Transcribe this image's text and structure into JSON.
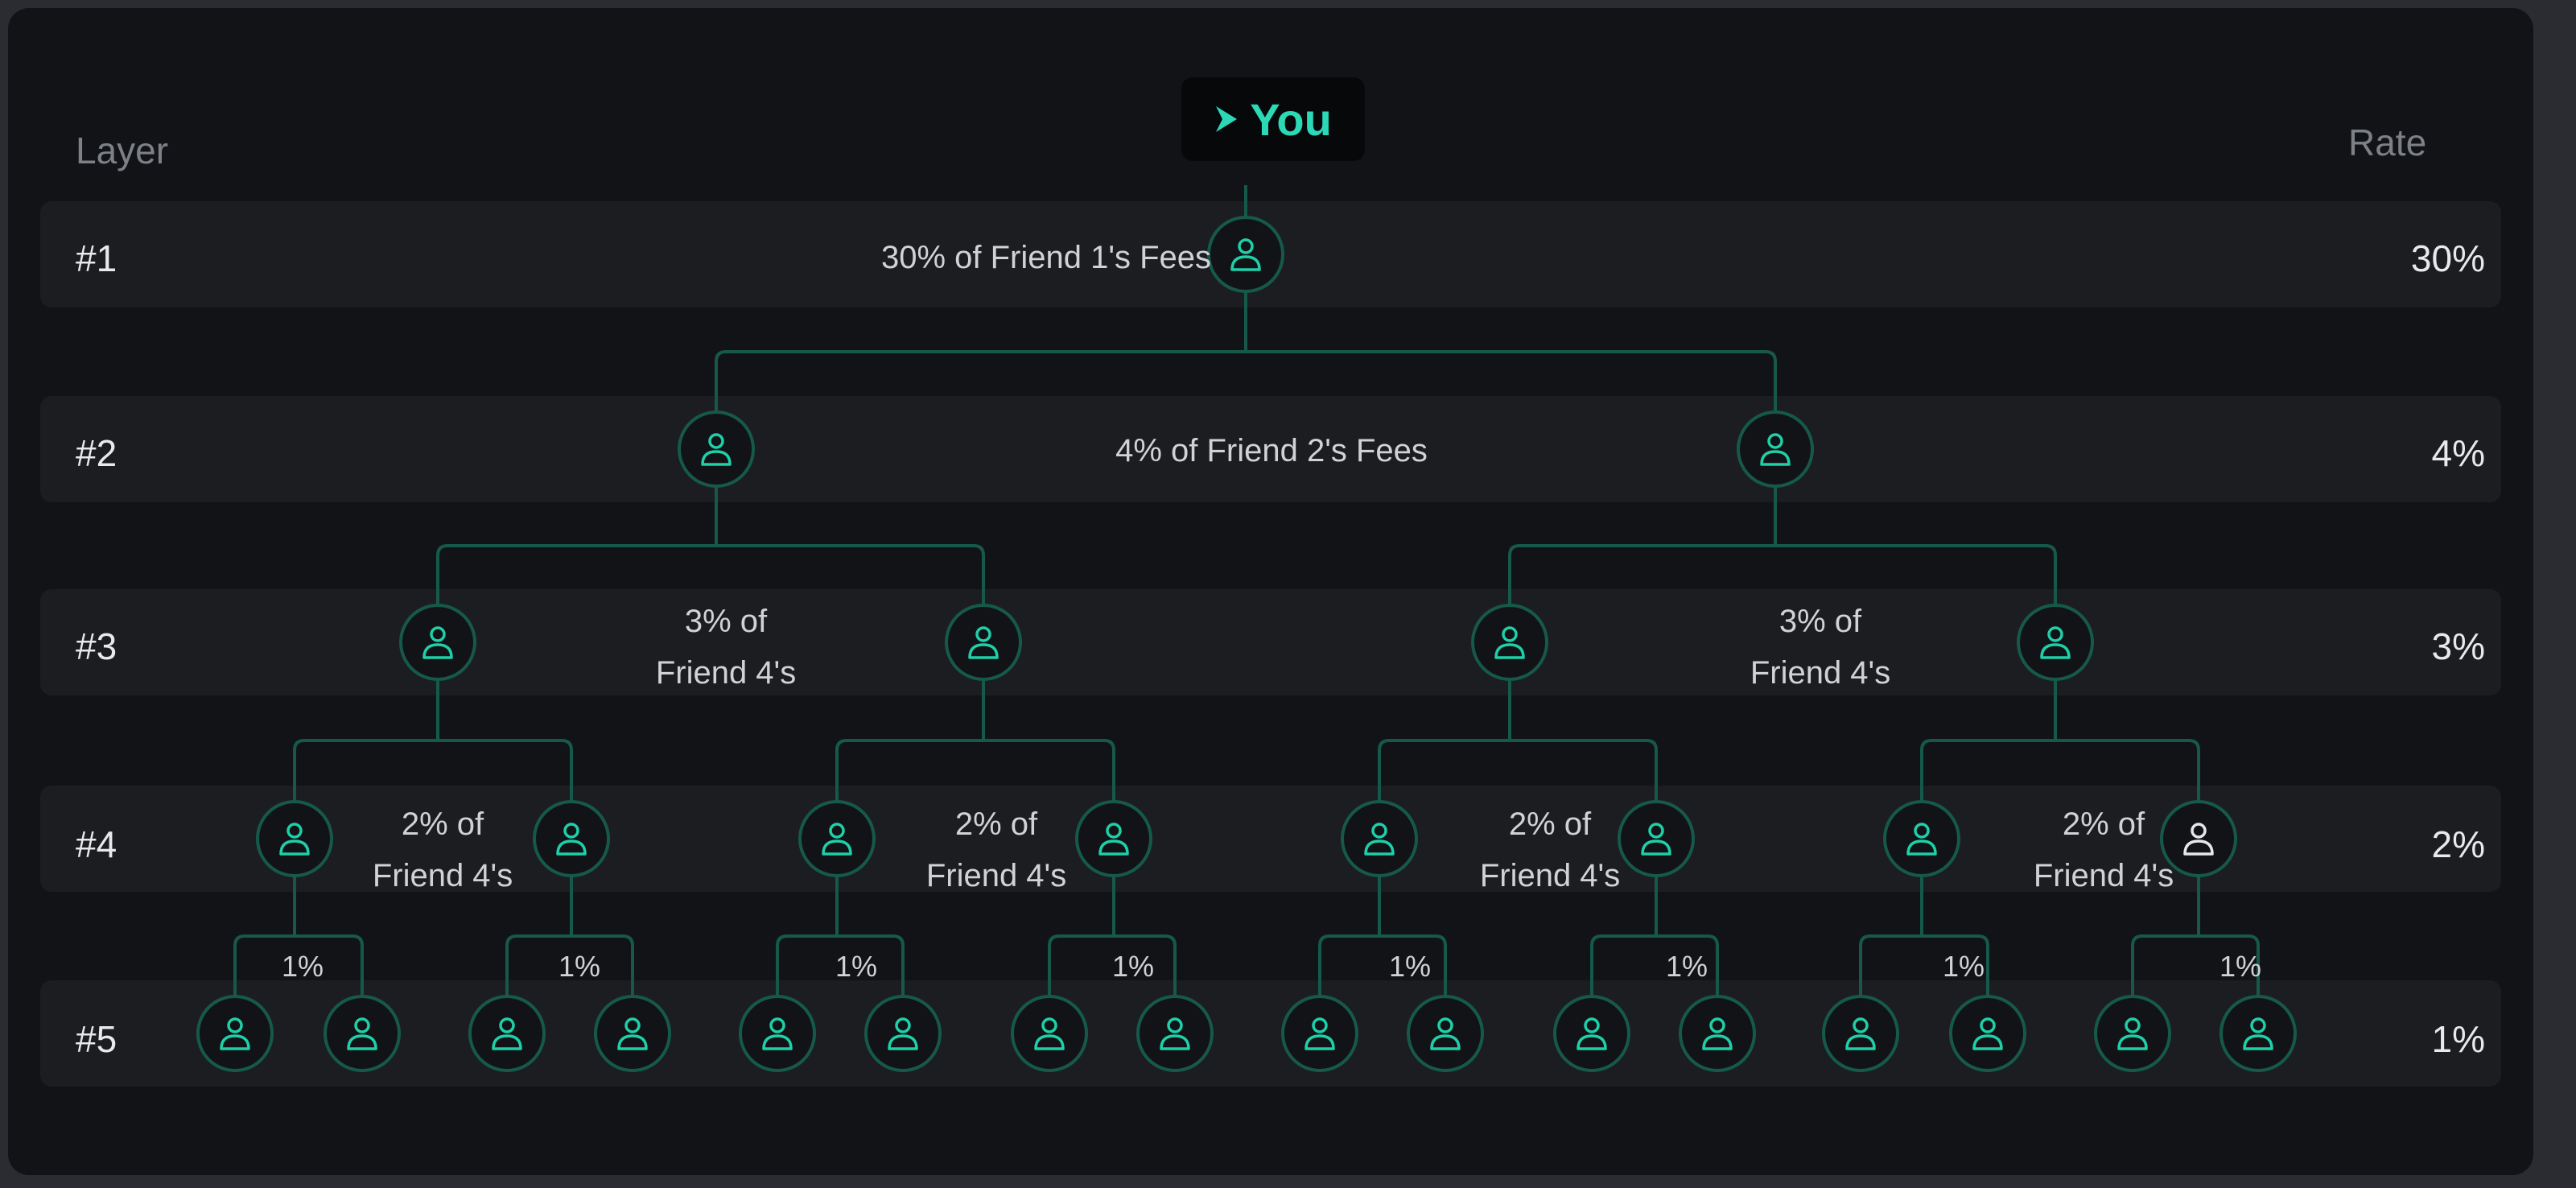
{
  "headers": {
    "layer": "Layer",
    "rate": "Rate"
  },
  "root": {
    "label": "You",
    "icon": "play-arrow-icon"
  },
  "layers": [
    {
      "label": "#1",
      "rate": "30%"
    },
    {
      "label": "#2",
      "rate": "4%"
    },
    {
      "label": "#3",
      "rate": "3%"
    },
    {
      "label": "#4",
      "rate": "2%"
    },
    {
      "label": "#5",
      "rate": "1%"
    }
  ],
  "annotations": {
    "layer1": "30% of Friend 1's Fees",
    "layer2": "4% of Friend 2's Fees",
    "layer3": [
      "3% of",
      "Friend 4's"
    ],
    "layer4": [
      "2% of",
      "Friend 4's"
    ],
    "layer5": "1%"
  },
  "colors": {
    "accent": "#1fcfa8",
    "line": "#16594a",
    "row_bg": "#1b1d21",
    "inactive_icon": "#e6e7ea"
  },
  "node_icon": "user-icon"
}
